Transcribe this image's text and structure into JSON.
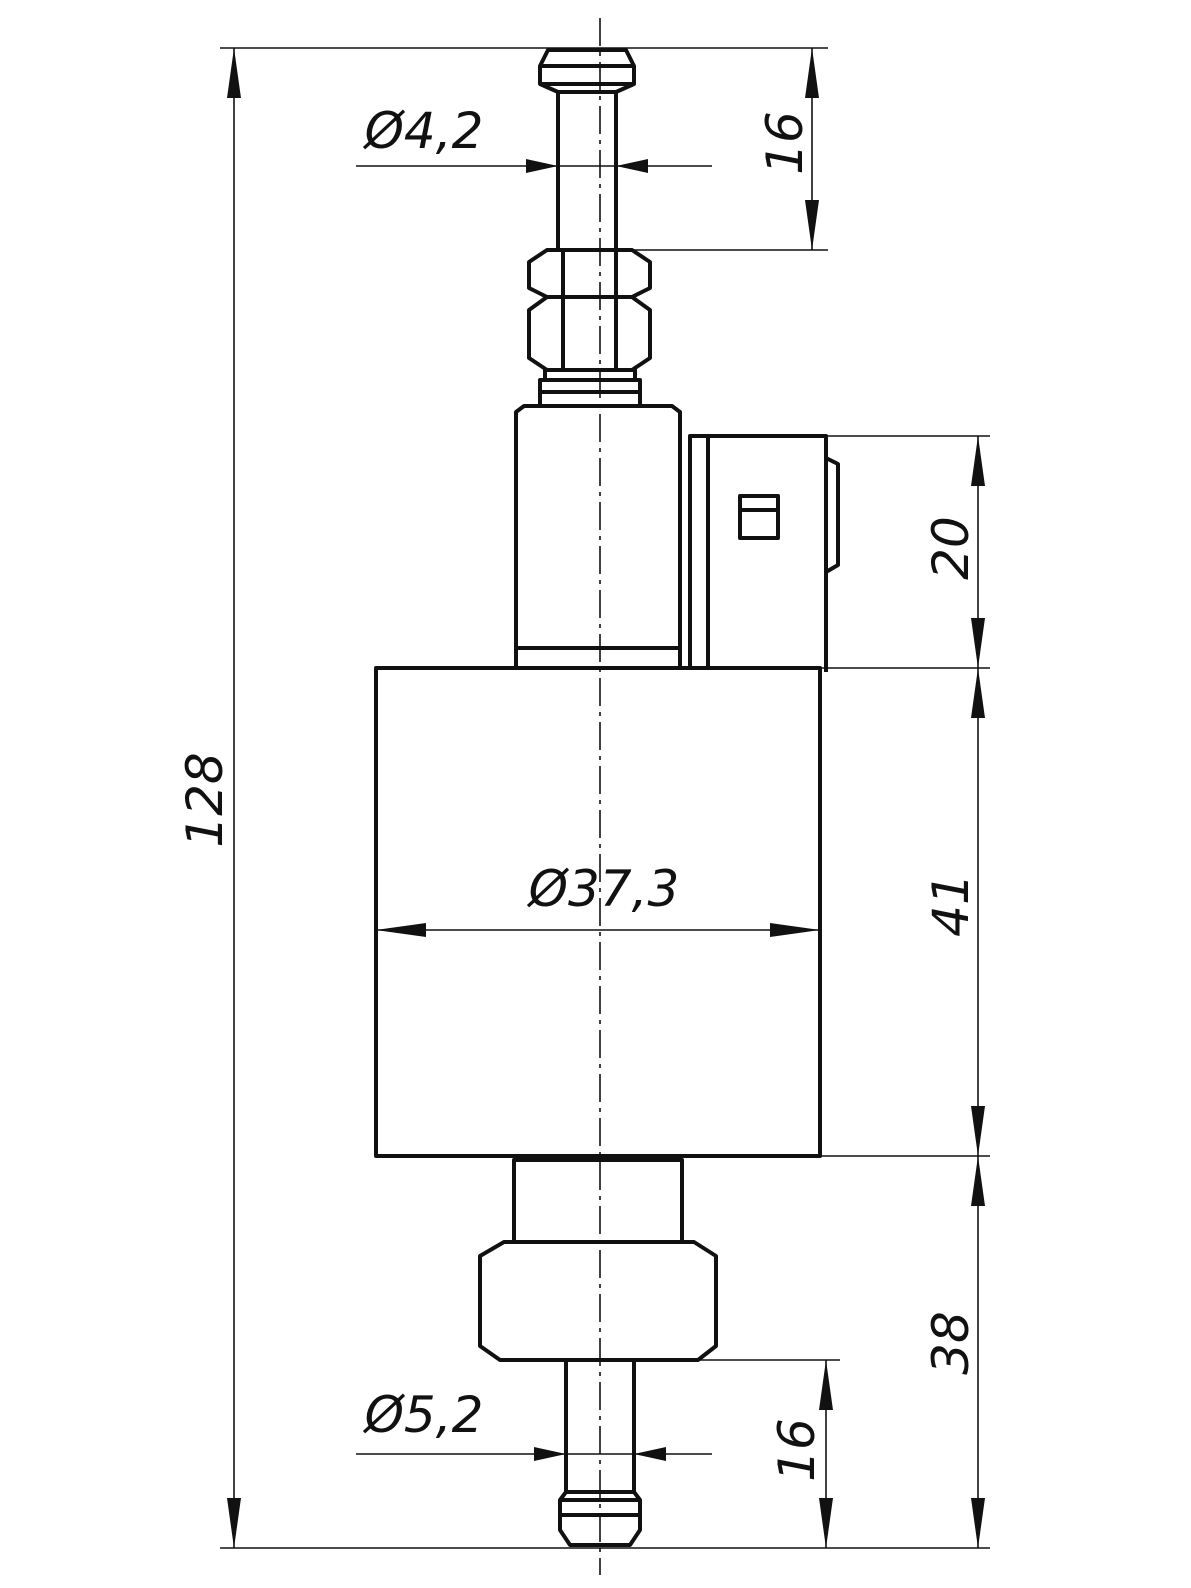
{
  "diagram": {
    "dimensions": {
      "overall_length": "128",
      "top_fitting_diameter": "Ø4,2",
      "top_fitting_length": "16",
      "connector_height": "20",
      "body_diameter": "Ø37,3",
      "body_length": "41",
      "bottom_section_length": "38",
      "bottom_fitting_diameter": "Ø5,2",
      "bottom_fitting_length": "16"
    },
    "colors": {
      "line": "#111111",
      "background": "#ffffff"
    }
  }
}
